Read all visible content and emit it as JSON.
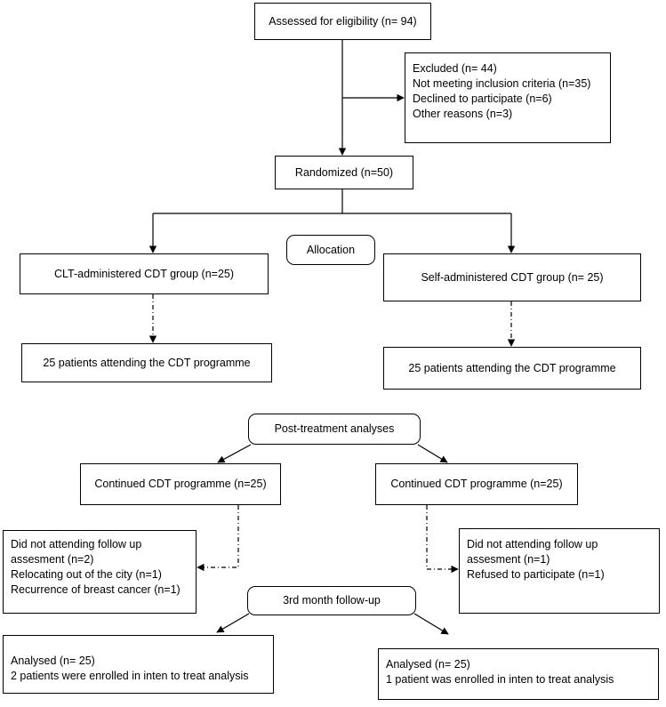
{
  "assessed": "Assessed for eligibility (n= 94)",
  "excluded": {
    "lines": [
      "Excluded (n= 44)",
      "Not meeting inclusion criteria (n=35)",
      "Declined to participate (n=6)",
      "Other reasons (n=3)"
    ]
  },
  "randomized": "Randomized (n=50)",
  "allocation": "Allocation",
  "left_group": "CLT-administered CDT group (n=25)",
  "right_group": "Self-administered CDT group (n= 25)",
  "left_attending": "25 patients attending the CDT programme",
  "right_attending": "25 patients attending the CDT programme",
  "post_treatment": "Post-treatment analyses",
  "left_continued": "Continued CDT programme (n=25)",
  "right_continued": "Continued CDT programme (n=25)",
  "left_lost": {
    "lines": [
      "Did not attending follow up",
      "assesment (n=2)",
      "Relocating out of the city (n=1)",
      "Recurrence of breast cancer (n=1)"
    ]
  },
  "right_lost": {
    "lines": [
      "Did not attending follow up",
      "assesment (n=1)",
      "Refused to participate (n=1)"
    ]
  },
  "followup": "3rd month follow-up",
  "left_analysed": {
    "lines": [
      "Analysed  (n=  25)",
      "2 patients were enrolled in inten to treat analysis"
    ]
  },
  "right_analysed": {
    "lines": [
      "Analysed (n= 25)",
      "1 patient was enrolled in inten to treat analysis"
    ]
  }
}
